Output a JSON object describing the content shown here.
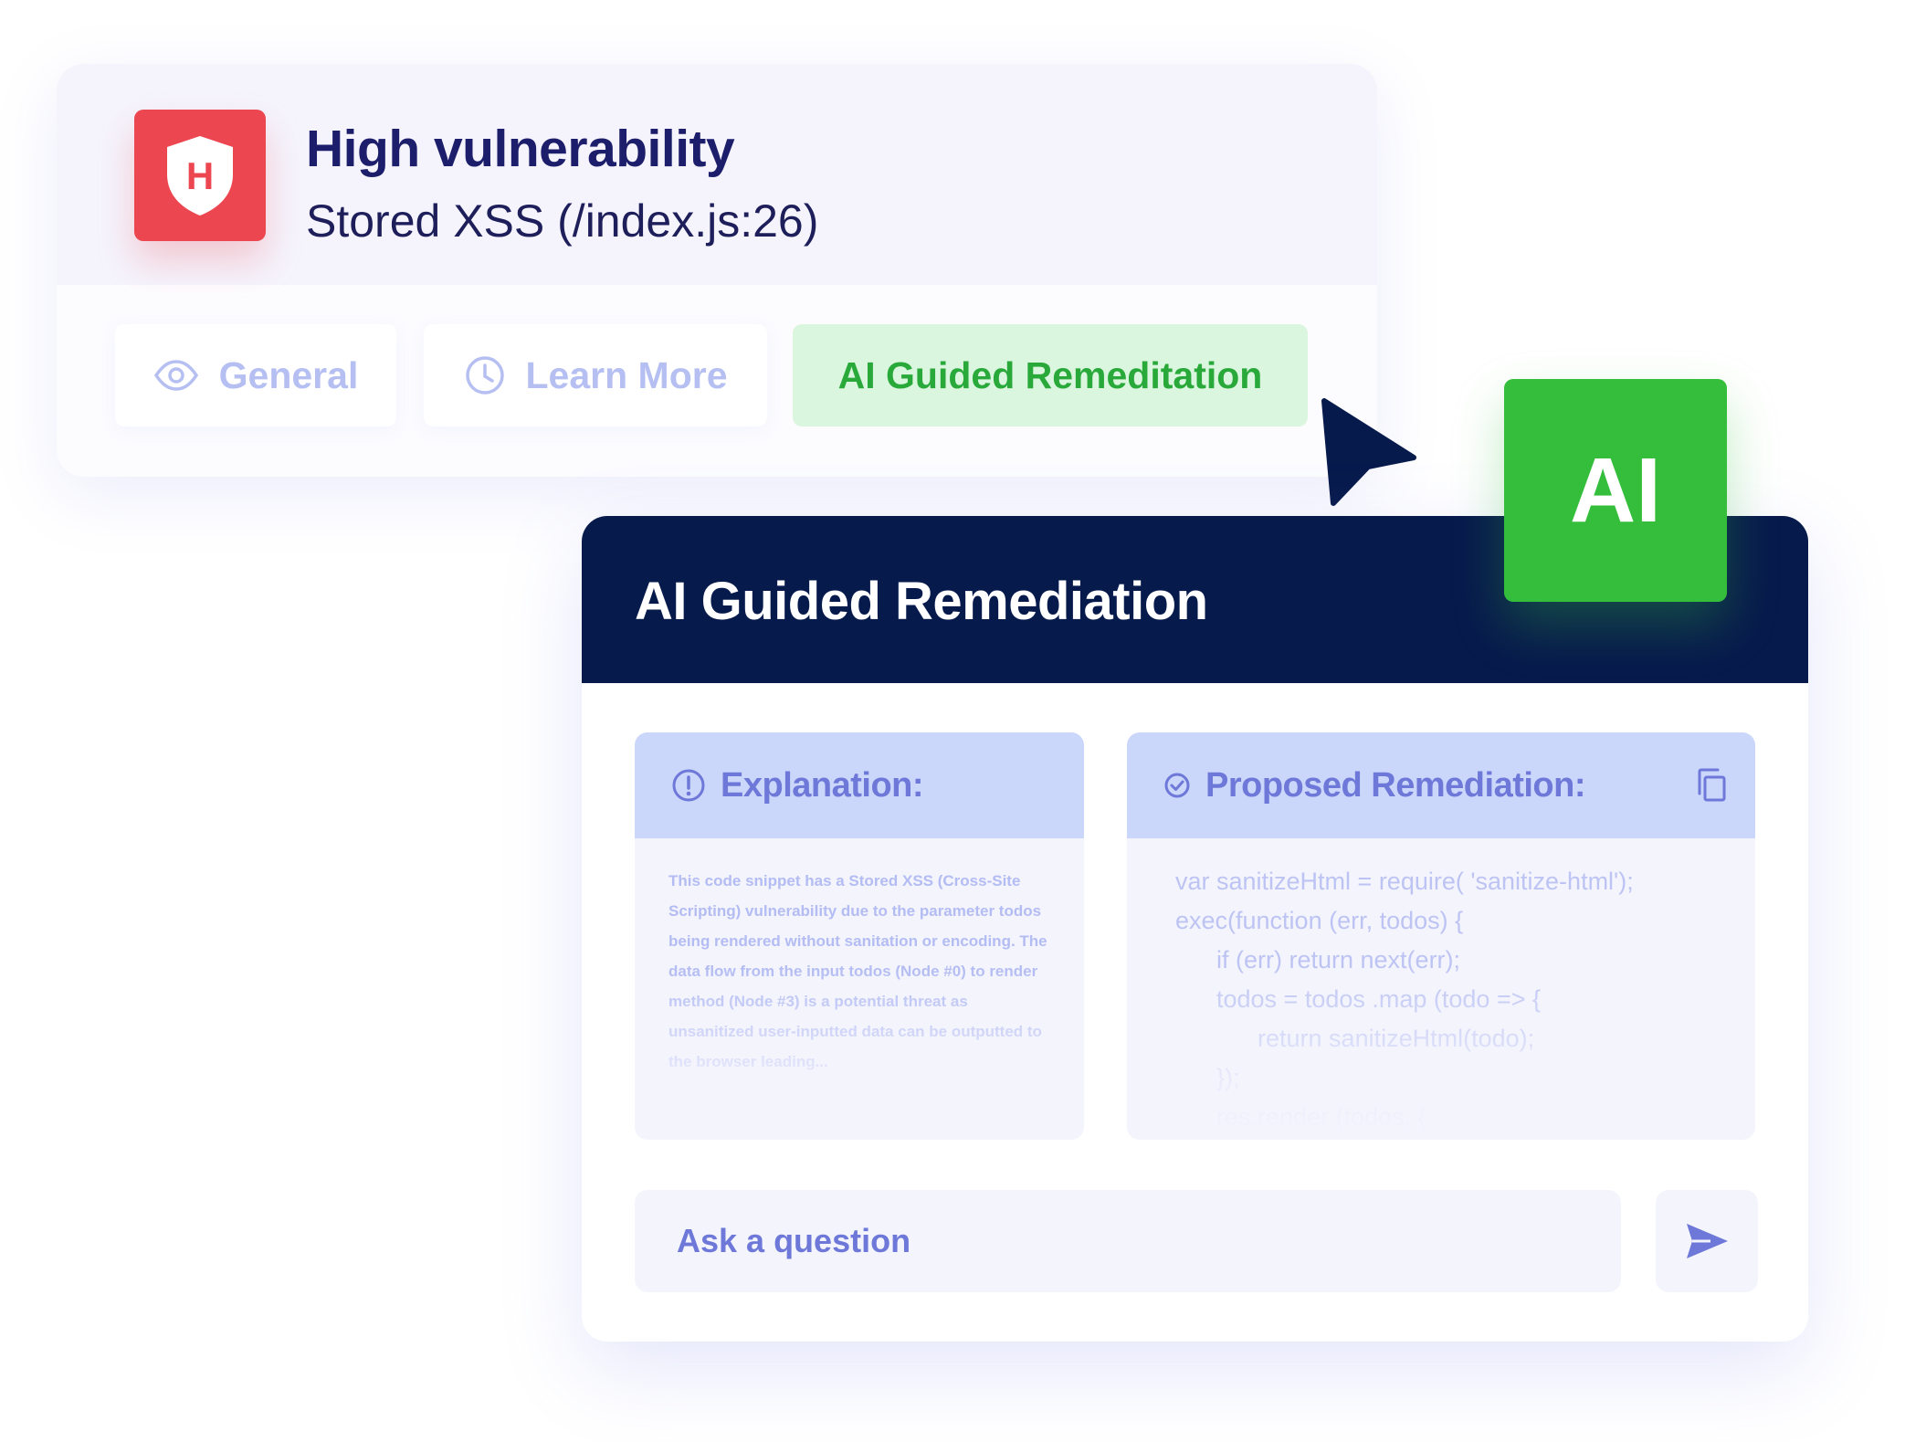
{
  "vulnerability": {
    "badge_letter": "H",
    "title": "High vulnerability",
    "subtitle": "Stored XSS (/index.js:26)",
    "severity_color": "#ec4751"
  },
  "tabs": [
    {
      "label": "General",
      "icon": "eye-icon",
      "active": false
    },
    {
      "label": "Learn More",
      "icon": "clock-icon",
      "active": false
    },
    {
      "label": "AI Guided Remeditation",
      "icon": "",
      "active": true
    }
  ],
  "panel": {
    "title": "AI Guided Remediation",
    "explanation": {
      "heading": "Explanation:",
      "icon": "info-circle-icon",
      "text": "This code snippet has a Stored XSS (Cross-Site Scripting) vulnerability due to the parameter todos being rendered without sanitation or encoding. The data flow from the input todos (Node #0) to render method (Node #3) is a potential threat as unsanitized user-inputted data can be outputted to the browser leading..."
    },
    "remediation": {
      "heading": "Proposed Remediation:",
      "icon": "check-circle-icon",
      "copy_icon": "copy-icon",
      "code_lines": [
        "var sanitizeHtml = require( 'sanitize-html');",
        "exec(function (err, todos) {",
        "      if (err) return next(err);",
        "      todos = todos .map (todo => {",
        "            return sanitizeHtml(todo);",
        "      });",
        "      res.render (todos, {"
      ]
    },
    "ask": {
      "placeholder": "Ask a question",
      "send_icon": "send-icon"
    }
  },
  "ai_badge": {
    "label": "AI",
    "color": "#35be3c"
  },
  "colors": {
    "navy": "#071a4c",
    "accent_blue": "#6d78d8",
    "active_green": "#29a93a"
  }
}
